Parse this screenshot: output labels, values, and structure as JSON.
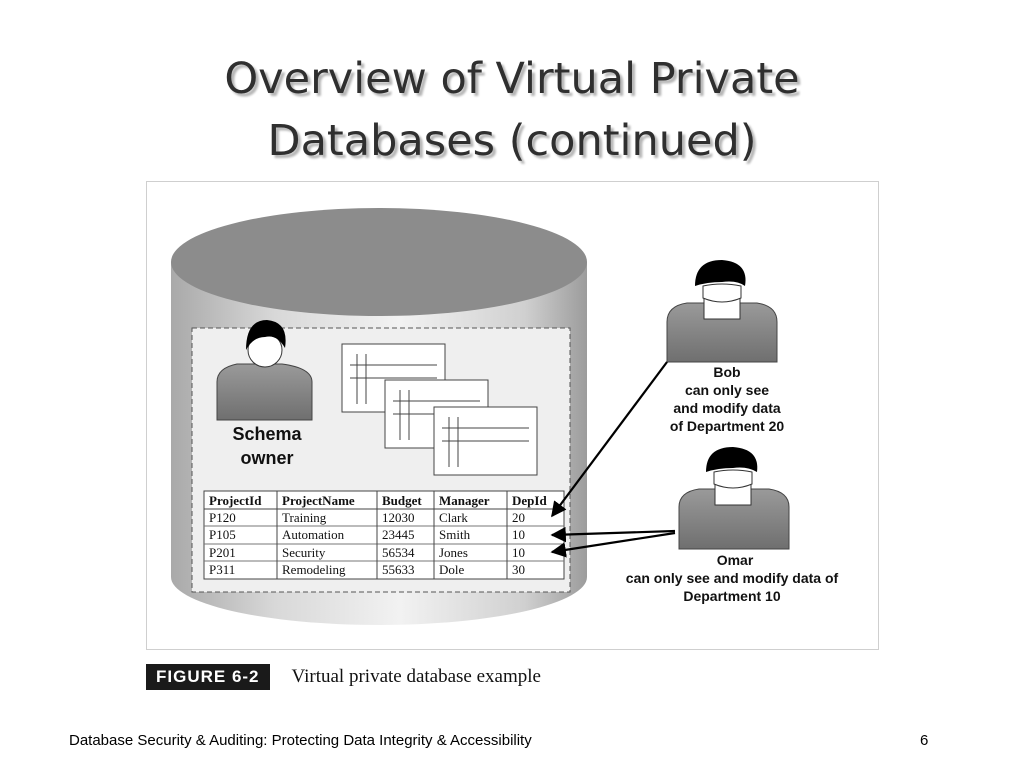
{
  "slide": {
    "title_line1": "Overview of Virtual Private",
    "title_line2": "Databases (continued)"
  },
  "figure": {
    "schema_owner": {
      "line1": "Schema",
      "line2": "owner"
    },
    "table": {
      "headers": [
        "ProjectId",
        "ProjectName",
        "Budget",
        "Manager",
        "DepId"
      ],
      "rows": [
        [
          "P120",
          "Training",
          "12030",
          "Clark",
          "20"
        ],
        [
          "P105",
          "Automation",
          "23445",
          "Smith",
          "10"
        ],
        [
          "P201",
          "Security",
          "56534",
          "Jones",
          "10"
        ],
        [
          "P311",
          "Remodeling",
          "55633",
          "Dole",
          "30"
        ]
      ]
    },
    "bob": {
      "name": "Bob",
      "line1": "can only see",
      "line2": "and modify data",
      "line3": "of Department 20"
    },
    "omar": {
      "name": "Omar",
      "line1": "can only see and modify data of",
      "line2": "Department 10"
    }
  },
  "caption": {
    "badge": "FIGURE 6-2",
    "text": "Virtual private database example"
  },
  "footer": {
    "text": "Database Security & Auditing: Protecting Data Integrity & Accessibility",
    "page_number": "6"
  }
}
